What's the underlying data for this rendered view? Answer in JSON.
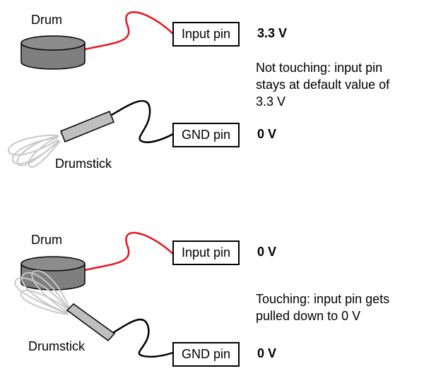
{
  "top": {
    "drum_label": "Drum",
    "drumstick_label": "Drumstick",
    "input_pin_label": "Input pin",
    "gnd_pin_label": "GND pin",
    "input_voltage": "3.3 V",
    "gnd_voltage": "0 V",
    "note_lines": [
      "Not touching: input pin",
      "stays at default value of",
      "3.3 V"
    ]
  },
  "bottom": {
    "drum_label": "Drum",
    "drumstick_label": "Drumstick",
    "input_pin_label": "Input pin",
    "gnd_pin_label": "GND pin",
    "input_voltage": "0 V",
    "gnd_voltage": "0 V",
    "note_lines": [
      "Touching: input pin gets",
      "pulled down to 0 V"
    ]
  },
  "colors": {
    "signal_wire": "#e8141c",
    "ground_wire": "#000000",
    "drum_fill": "#7f7f7f",
    "drumstick_fill": "#bfbfbf",
    "whisk_wire": "#c8c8c8"
  }
}
